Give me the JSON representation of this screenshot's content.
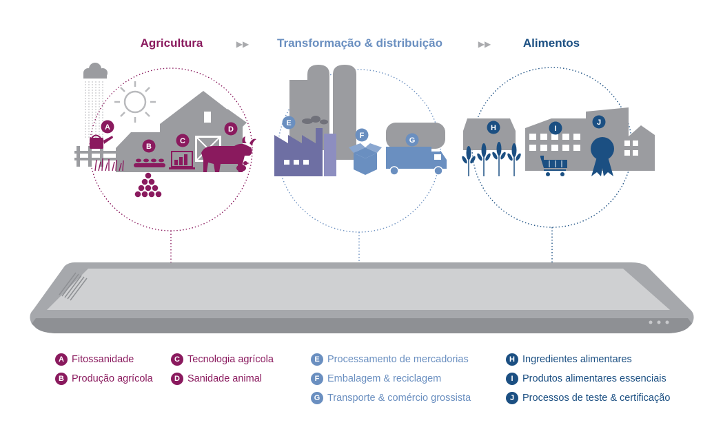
{
  "stages": [
    {
      "title": "Agricultura",
      "color": "#8a1a5e"
    },
    {
      "title": "Transformação & distribuição",
      "color": "#6a8fc0"
    },
    {
      "title": "Alimentos",
      "color": "#1b4f82"
    }
  ],
  "arrow_glyph": "▶▶",
  "markers": {
    "A": "A",
    "B": "B",
    "C": "C",
    "D": "D",
    "E": "E",
    "F": "F",
    "G": "G",
    "H": "H",
    "I": "I",
    "J": "J"
  },
  "legend": {
    "agri_col1": [
      {
        "letter": "A",
        "label": "Fitossanidade"
      },
      {
        "letter": "B",
        "label": "Produção agrícola"
      }
    ],
    "agri_col2": [
      {
        "letter": "C",
        "label": "Tecnologia agrícola"
      },
      {
        "letter": "D",
        "label": "Sanidade animal"
      }
    ],
    "transform": [
      {
        "letter": "E",
        "label": "Processamento de mercadorias"
      },
      {
        "letter": "F",
        "label": "Embalagem & reciclagem"
      },
      {
        "letter": "G",
        "label": "Transporte & comércio grossista"
      }
    ],
    "food": [
      {
        "letter": "H",
        "label": "Ingredientes alimentares"
      },
      {
        "letter": "I",
        "label": "Produtos alimentares essenciais"
      },
      {
        "letter": "J",
        "label": "Processos de teste & certificação"
      }
    ]
  },
  "colors": {
    "agri": "#8a1a5e",
    "transform": "#6a8fc0",
    "food": "#1b4f82",
    "gray": "#9b9ca0",
    "tablet_frame": "#a6a8ac",
    "tablet_screen": "#cfd0d2"
  }
}
